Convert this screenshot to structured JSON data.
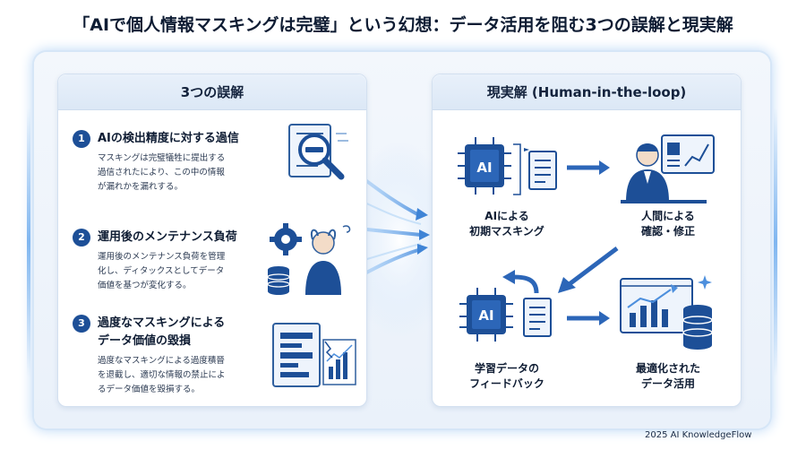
{
  "title": "「AIで個人情報マスキングは完璧」という幻想：データ活用を阻む3つの誤解と現実解",
  "left_panel": {
    "header": "3つの誤解",
    "items": [
      {
        "num": "1",
        "title": "AIの検出精度に対する過信",
        "title2": "",
        "desc": [
          "マスキングは完璧犠牲に提出する",
          "過信されたにより、この中の情報",
          "が漏れかを漏れする。"
        ]
      },
      {
        "num": "2",
        "title": "運用後のメンテナンス負荷",
        "title2": "",
        "desc": [
          "運用後のメンテナンス負荷を管理",
          "化し、ディタックスとしてデータ",
          "価値を基つが変化する。"
        ]
      },
      {
        "num": "3",
        "title": "過度なマスキングによる",
        "title2": "データ価値の毀損",
        "desc": [
          "過度なマスキングによる過度積晉",
          "を退截し、適切な情報の禁止によ",
          "るデータ価値を毀損する。"
        ]
      }
    ]
  },
  "right_panel": {
    "header": "現実解 (Human-in-the-loop)",
    "steps": [
      {
        "line1": "AIによる",
        "line2": "初期マスキング"
      },
      {
        "line1": "人間による",
        "line2": "確認・修正"
      },
      {
        "line1": "学習データの",
        "line2": "フィードバック"
      },
      {
        "line1": "最適化された",
        "line2": "データ活用"
      }
    ],
    "ai_chip_label": "AI"
  },
  "footer": "2025 AI KnowledgeFlow",
  "colors": {
    "accent": "#1d4f97",
    "light_blue": "#7fb6f0",
    "panel_border": "#d3e0f0"
  }
}
